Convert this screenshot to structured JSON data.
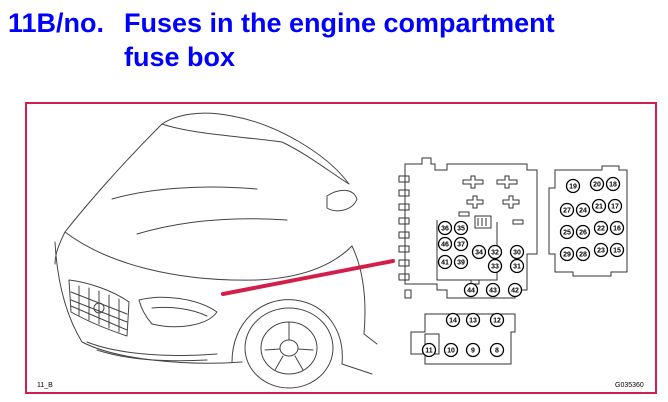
{
  "header": {
    "number": "11B/no.",
    "line1": "Fuses in the engine compartment",
    "line2": "fuse box"
  },
  "figure": {
    "ref_left": "11_B",
    "ref_right": "G035360",
    "colors": {
      "title": "#0000ff",
      "frame": "#d41e4a",
      "pointer": "#d41e4a"
    },
    "center_fuses": [
      "36",
      "35",
      "46",
      "37",
      "41",
      "39",
      "34",
      "32",
      "33",
      "30",
      "31",
      "44",
      "43",
      "42"
    ],
    "right_fuses": [
      "19",
      "20",
      "18",
      "27",
      "24",
      "21",
      "17",
      "25",
      "26",
      "22",
      "16",
      "29",
      "28",
      "23",
      "15"
    ],
    "bottom_fuses": [
      "14",
      "13",
      "12",
      "11",
      "10",
      "9",
      "8"
    ]
  }
}
